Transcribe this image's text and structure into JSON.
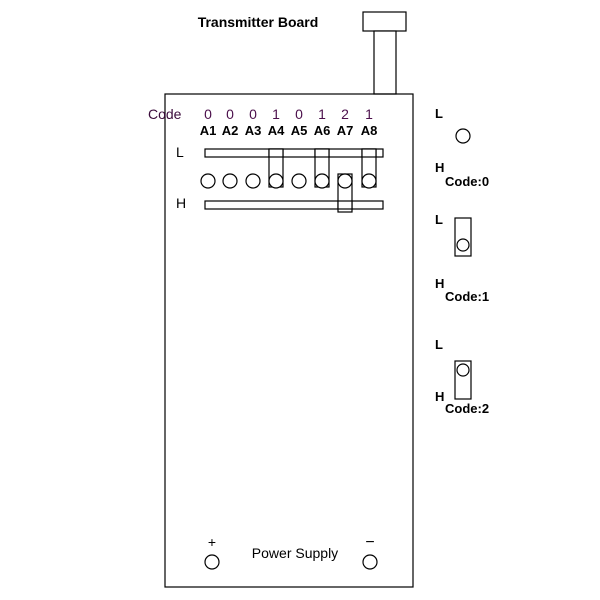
{
  "title": "Transmitter Board",
  "code_row": {
    "label": "Code",
    "values": [
      "0",
      "0",
      "0",
      "1",
      "0",
      "1",
      "2",
      "1"
    ],
    "value_color": "#4b0f4b"
  },
  "pins": [
    "A1",
    "A2",
    "A3",
    "A4",
    "A5",
    "A6",
    "A7",
    "A8"
  ],
  "rail_labels": {
    "low": "L",
    "high": "H"
  },
  "power_supply": {
    "label": "Power Supply",
    "plus": "+",
    "minus": "−"
  },
  "legend": [
    {
      "low": "L",
      "high": "H",
      "caption": "Code:0"
    },
    {
      "low": "L",
      "high": "H",
      "caption": "Code:1"
    },
    {
      "low": "L",
      "high": "H",
      "caption": "Code:2"
    }
  ]
}
